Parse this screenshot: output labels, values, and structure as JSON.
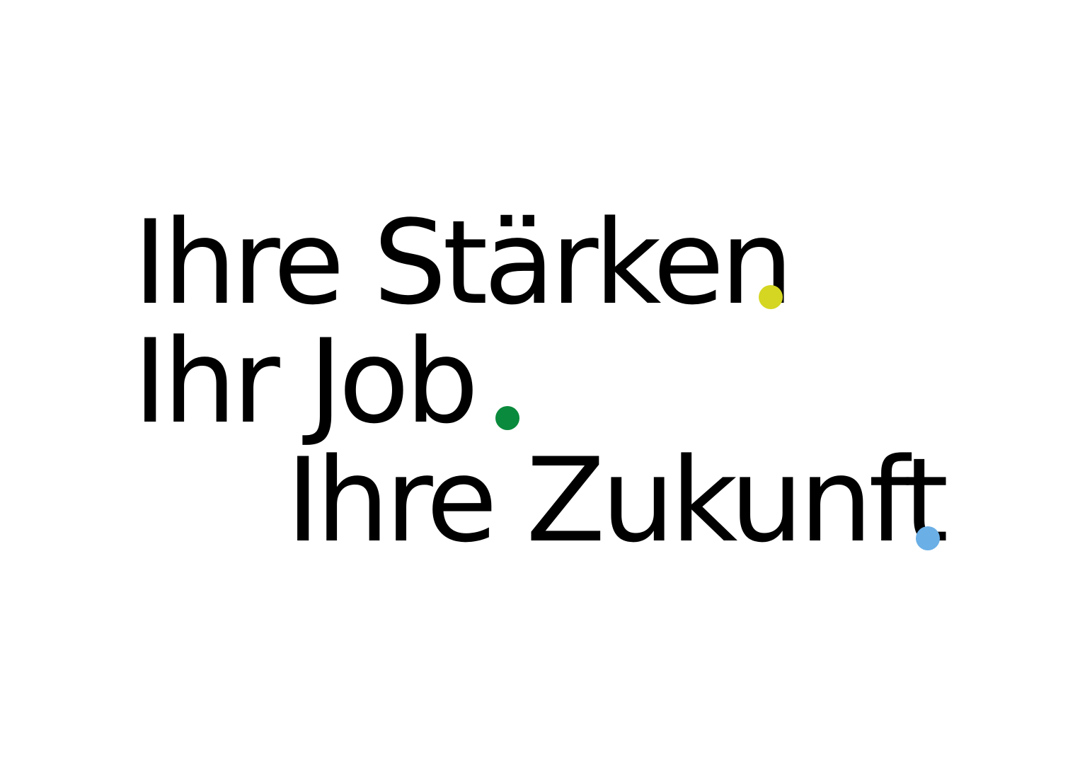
{
  "slogan": {
    "lines": [
      {
        "text": "Ihre Stärken",
        "dot_color": "#d4d622"
      },
      {
        "text": "Ihr Job",
        "dot_color": "#0a8a3c"
      },
      {
        "text": "Ihre Zukunft",
        "dot_color": "#6aafe6"
      }
    ]
  },
  "colors": {
    "background": "#ffffff",
    "text": "#000000"
  }
}
